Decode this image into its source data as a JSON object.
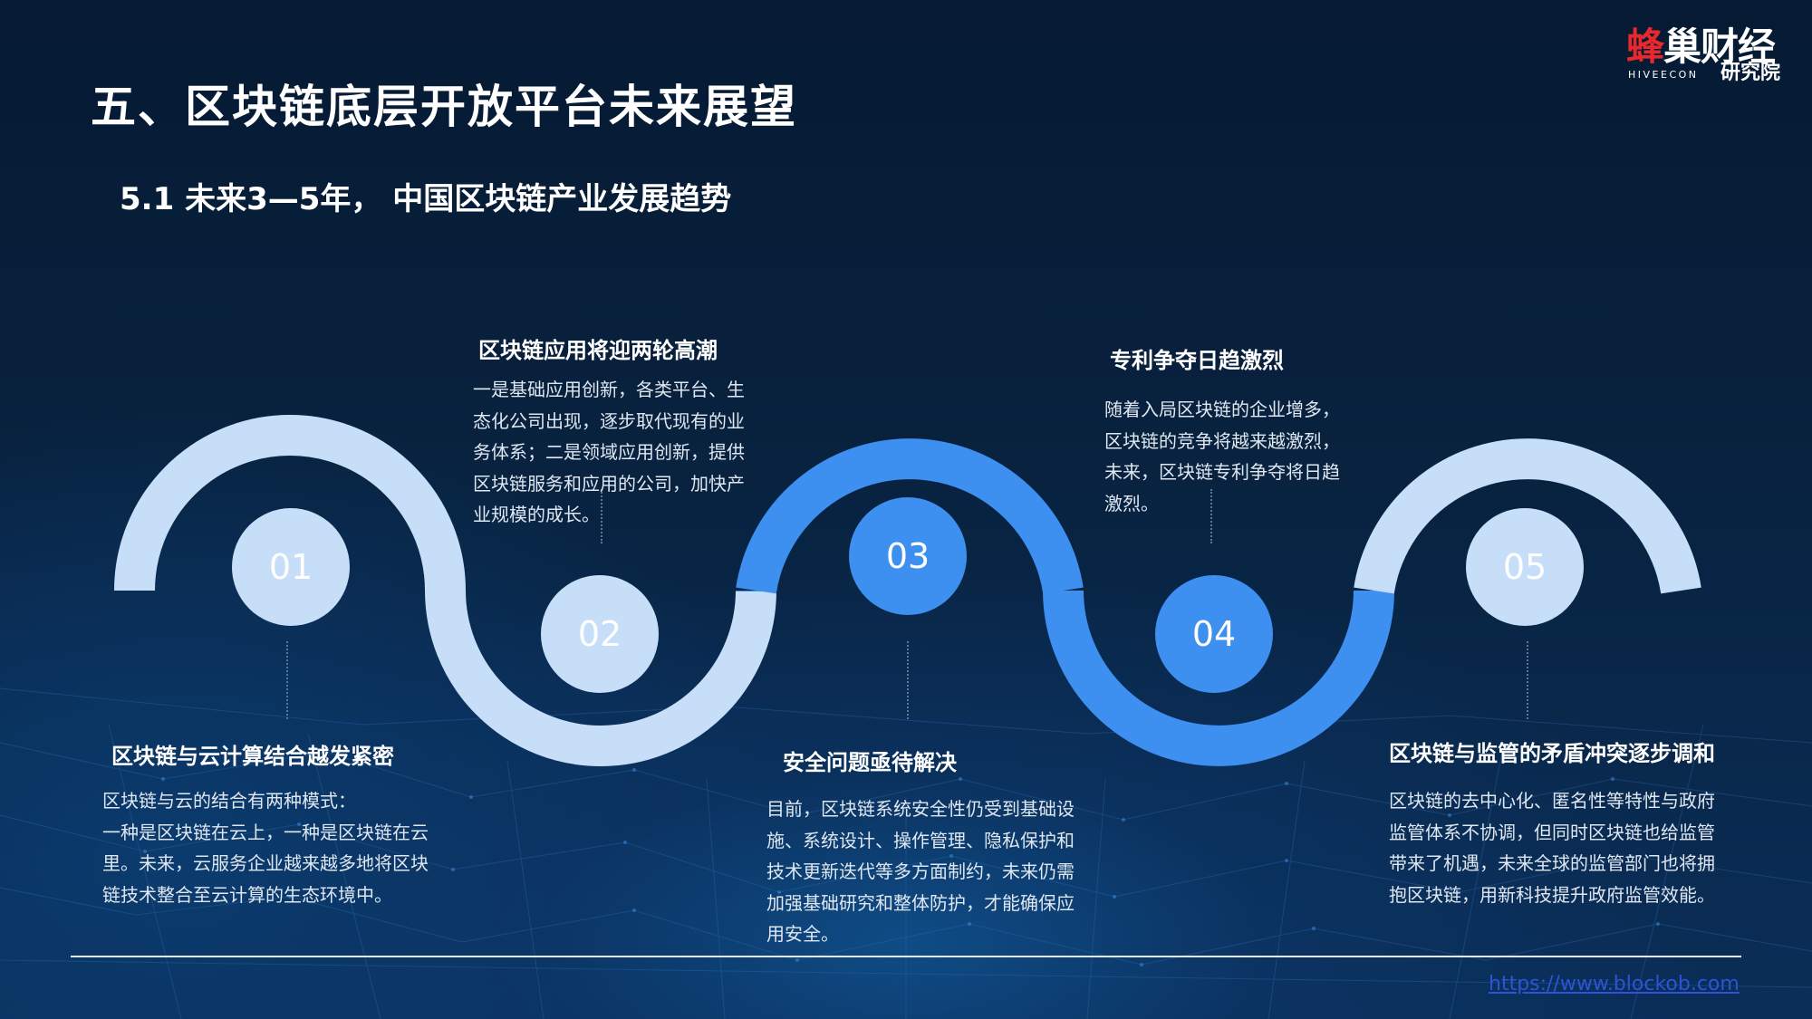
{
  "title": "五、区块链底层开放平台未来展望",
  "subtitle": "5.1 未来3—5年， 中国区块链产业发展趋势",
  "logo": {
    "cn_red": "蜂",
    "cn_white": "巢财经",
    "en": "HIVEECON",
    "sub": "研究院"
  },
  "colors": {
    "light": "#c7def9",
    "blue": "#3d8ff0",
    "background": "#061a33"
  },
  "steps": [
    {
      "num": "01",
      "heading": "区块链与云计算结合越发紧密",
      "lines": [
        "区块链与云的结合有两种模式：",
        "一种是区块链在云上，一种是区块链在云",
        "里。未来，云服务企业越来越多地将区块",
        "链技术整合至云计算的生态环境中。"
      ]
    },
    {
      "num": "02",
      "heading": "区块链应用将迎两轮高潮",
      "lines": [
        "一是基础应用创新，各类平台、生",
        "态化公司出现，逐步取代现有的业",
        "务体系；二是领域应用创新，提供",
        "区块链服务和应用的公司，加快产",
        "业规模的成长。"
      ]
    },
    {
      "num": "03",
      "heading": "安全问题亟待解决",
      "lines": [
        "目前，区块链系统安全性仍受到基础设",
        "施、系统设计、操作管理、隐私保护和",
        "技术更新迭代等多方面制约，未来仍需",
        "加强基础研究和整体防护，才能确保应",
        "用安全。"
      ]
    },
    {
      "num": "04",
      "heading": "专利争夺日趋激烈",
      "lines": [
        "随着入局区块链的企业增多，",
        "区块链的竞争将越来越激烈，",
        "未来，区块链专利争夺将日趋",
        "激烈。"
      ]
    },
    {
      "num": "05",
      "heading": "区块链与监管的矛盾冲突逐步调和",
      "lines": [
        "区块链的去中心化、匿名性等特性与政府",
        "监管体系不协调，但同时区块链也给监管",
        "带来了机遇，未来全球的监管部门也将拥",
        "抱区块链，用新科技提升政府监管效能。"
      ]
    }
  ],
  "footer_url": "https://www.blockob.com"
}
